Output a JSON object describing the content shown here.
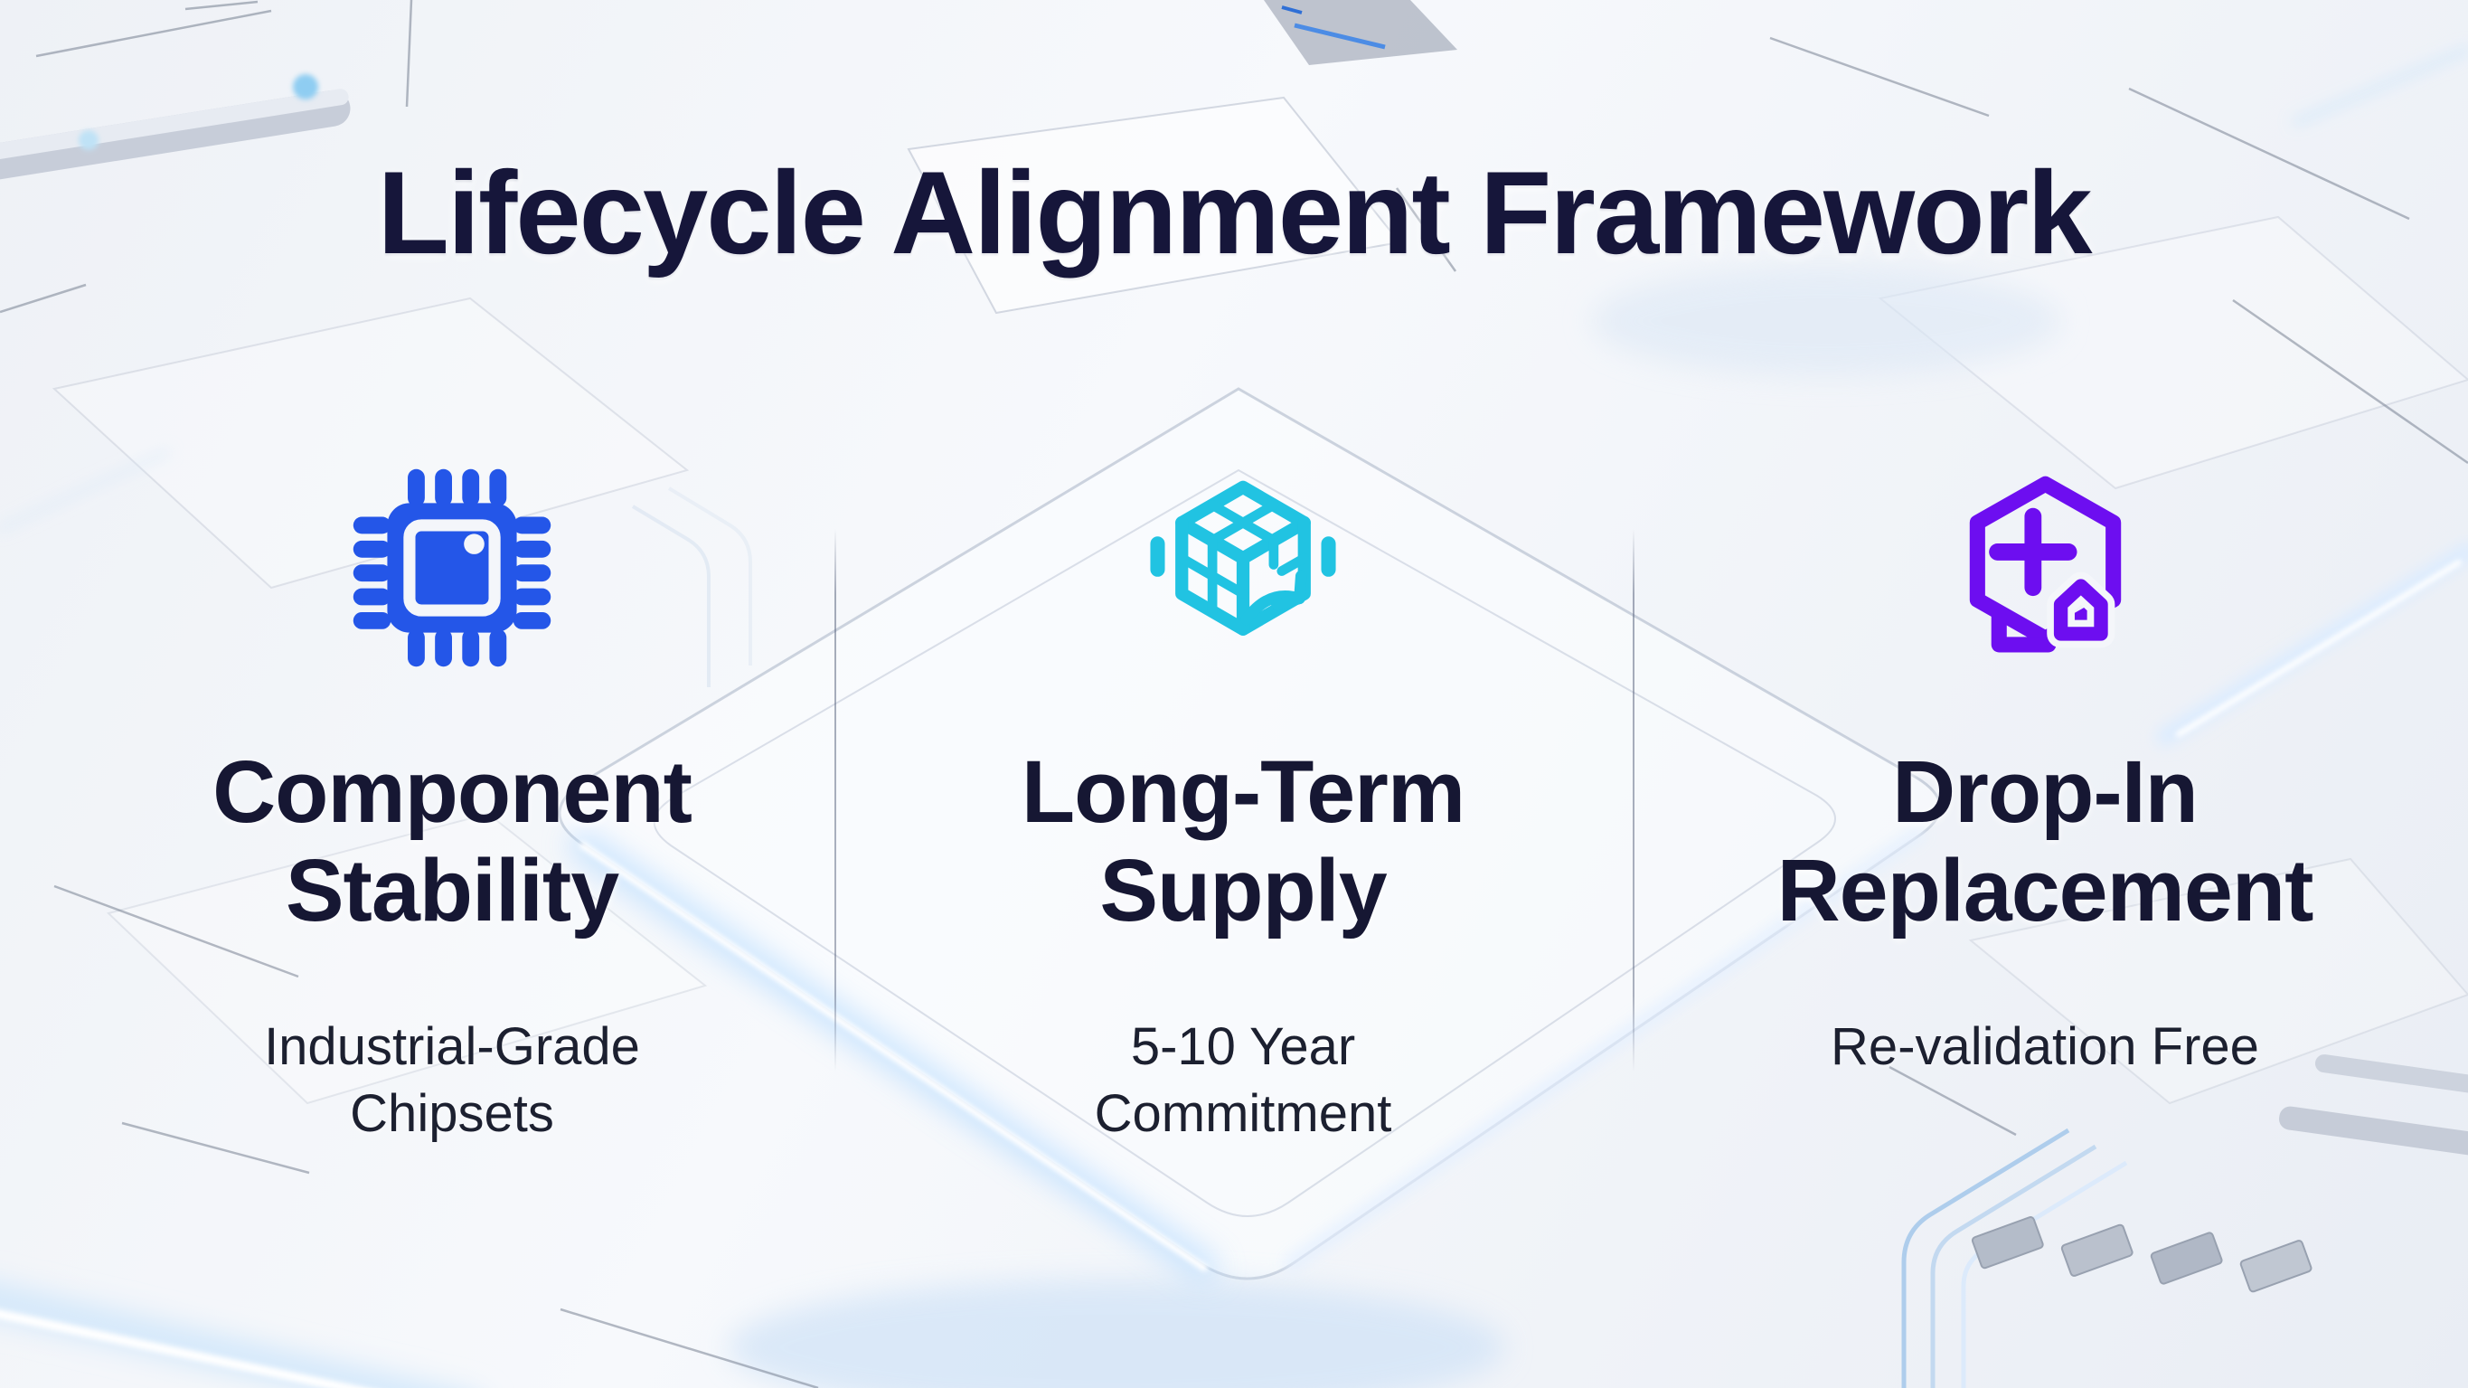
{
  "title": "Lifecycle Alignment Framework",
  "accent_colors": {
    "chip_blue": "#2456E8",
    "cube_cyan": "#21C3E2",
    "hex_purple": "#6D0EF0",
    "heading_navy": "#16163A"
  },
  "columns": [
    {
      "icon": "cpu-chip-icon",
      "heading_lines": [
        "Component",
        "Stability"
      ],
      "subtitle_lines": [
        "Industrial-Grade",
        "Chipsets"
      ]
    },
    {
      "icon": "supply-cube-icon",
      "heading_lines": [
        "Long-Term",
        "Supply"
      ],
      "subtitle_lines": [
        "5-10 Year",
        "Commitment"
      ]
    },
    {
      "icon": "hexagon-plus-icon",
      "heading_lines": [
        "Drop-In",
        "Replacement"
      ],
      "subtitle_lines": [
        "Re-validation Free"
      ]
    }
  ]
}
